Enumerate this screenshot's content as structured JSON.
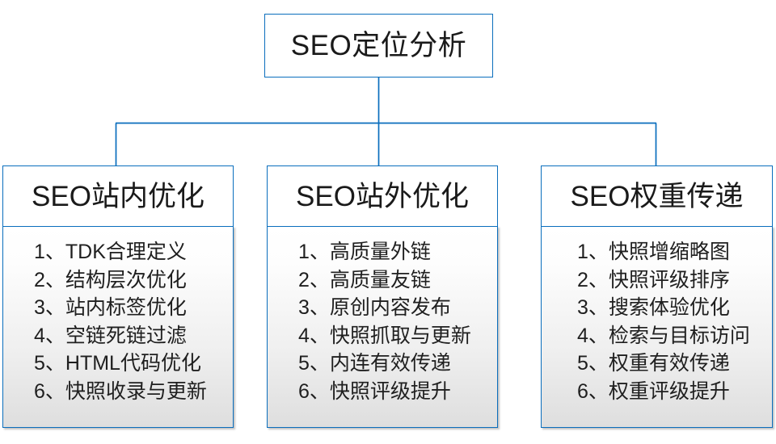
{
  "diagram": {
    "type": "org-tree",
    "root": {
      "label": "SEO定位分析"
    },
    "branches": [
      {
        "id": "on-site",
        "header": "SEO站内优化",
        "items": [
          "1、TDK合理定义",
          "2、结构层次优化",
          "3、站内标签优化",
          "4、空链死链过滤",
          "5、HTML代码优化",
          "6、快照收录与更新"
        ]
      },
      {
        "id": "off-site",
        "header": "SEO站外优化",
        "items": [
          "1、高质量外链",
          "2、高质量友链",
          "3、原创内容发布",
          "4、快照抓取与更新",
          "5、内连有效传递",
          "6、快照评级提升"
        ]
      },
      {
        "id": "weight-transfer",
        "header": "SEO权重传递",
        "items": [
          "1、快照增缩略图",
          "2、快照评级排序",
          "3、搜索体验优化",
          "4、检索与目标访问",
          "5、权重有效传递",
          "6、权重评级提升"
        ]
      }
    ],
    "colors": {
      "connector": "#0a6ebd",
      "border": "#0a6ebd",
      "text": "#1a1a1a",
      "background": "#ffffff",
      "panel_gradient_top": "#ffffff",
      "panel_gradient_bottom": "#dedede"
    }
  }
}
